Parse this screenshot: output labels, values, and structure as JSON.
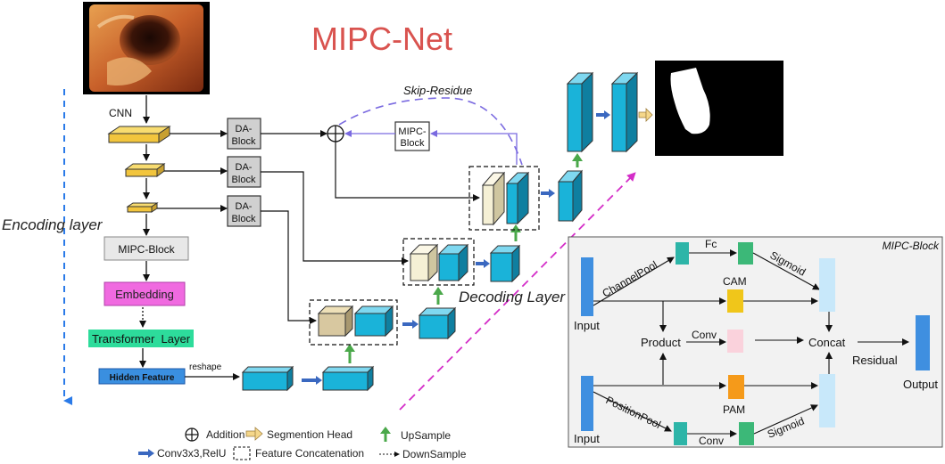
{
  "title": "MIPC-Net",
  "labels": {
    "cnn": "CNN",
    "encoding": "Encoding layer",
    "decoding": "Decoding Layer",
    "skip": "Skip-Residue",
    "reshape": "reshape"
  },
  "blocks": {
    "da": [
      "DA-",
      "Block"
    ],
    "mipc_skip": [
      "MIPC-",
      "Block"
    ],
    "mipc": "MIPC-Block",
    "embedding": "Embedding",
    "transformer": "Transformer  Layer",
    "hidden": "Hidden Feature"
  },
  "legend": {
    "addition": "Addition",
    "seg_head": "Segmention Head",
    "upsample": "UpSample",
    "conv": "Conv3x3,RelU",
    "concat": "Feature Concatenation",
    "downsample": "DownSample"
  },
  "inset": {
    "title": "MIPC-Block",
    "input": "Input",
    "channel_pool": "ChannelPool",
    "position_pool": "PositionPool",
    "fc": "Fc",
    "sigmoid": "Sigmoid",
    "cam": "CAM",
    "pam": "PAM",
    "product": "Product",
    "conv": "Conv",
    "concat": "Concat",
    "residual": "Residual",
    "output": "Output"
  },
  "colors": {
    "title": "#d9534f",
    "encoder_block": "#f2c53d",
    "decoder_block": "#1ab3d9",
    "beige": "#f5f0d5",
    "tan": "#d8c8a0",
    "embedding": "#f06ae0",
    "transformer": "#2ddc9b",
    "hidden": "#3a8fe0",
    "input_bar": "#3f8fe0",
    "teal": "#2db5a8",
    "green": "#3cb878",
    "cam": "#f0c61a",
    "pam": "#f59a1a",
    "concat_bar": "#c8e8fa",
    "arrow_blue": "#3a68c0",
    "up_green": "#4aa84a",
    "skip_purple": "#7a6ae0",
    "magenta": "#d42ec8",
    "dash_blue": "#2a7ae8"
  },
  "icons": [
    "addition-icon",
    "segmentation-head-icon",
    "upsample-icon",
    "conv-arrow-icon",
    "concat-box-icon",
    "downsample-icon"
  ]
}
